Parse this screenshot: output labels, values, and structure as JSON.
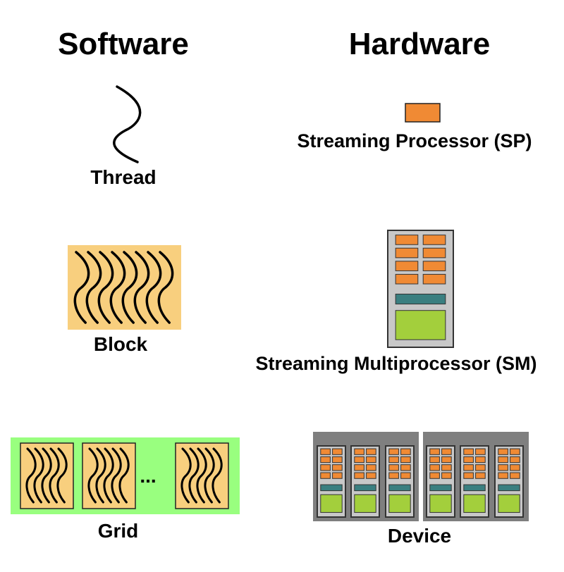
{
  "software": {
    "heading": "Software",
    "thread_label": "Thread",
    "block_label": "Block",
    "grid_label": "Grid",
    "grid_ellipsis": "..."
  },
  "hardware": {
    "heading": "Hardware",
    "sp_label": "Streaming Processor (SP)",
    "sm_label": "Streaming Multiprocessor (SM)",
    "device_label": "Device"
  },
  "colors": {
    "block_fill": "#f8cf7e",
    "grid_fill": "#99ff7f",
    "sp_orange": "#f08a34",
    "sm_gray": "#c8c8c8",
    "device_gray": "#7f7f7f",
    "teal": "#3a7f80",
    "lime": "#a3cf3c"
  }
}
